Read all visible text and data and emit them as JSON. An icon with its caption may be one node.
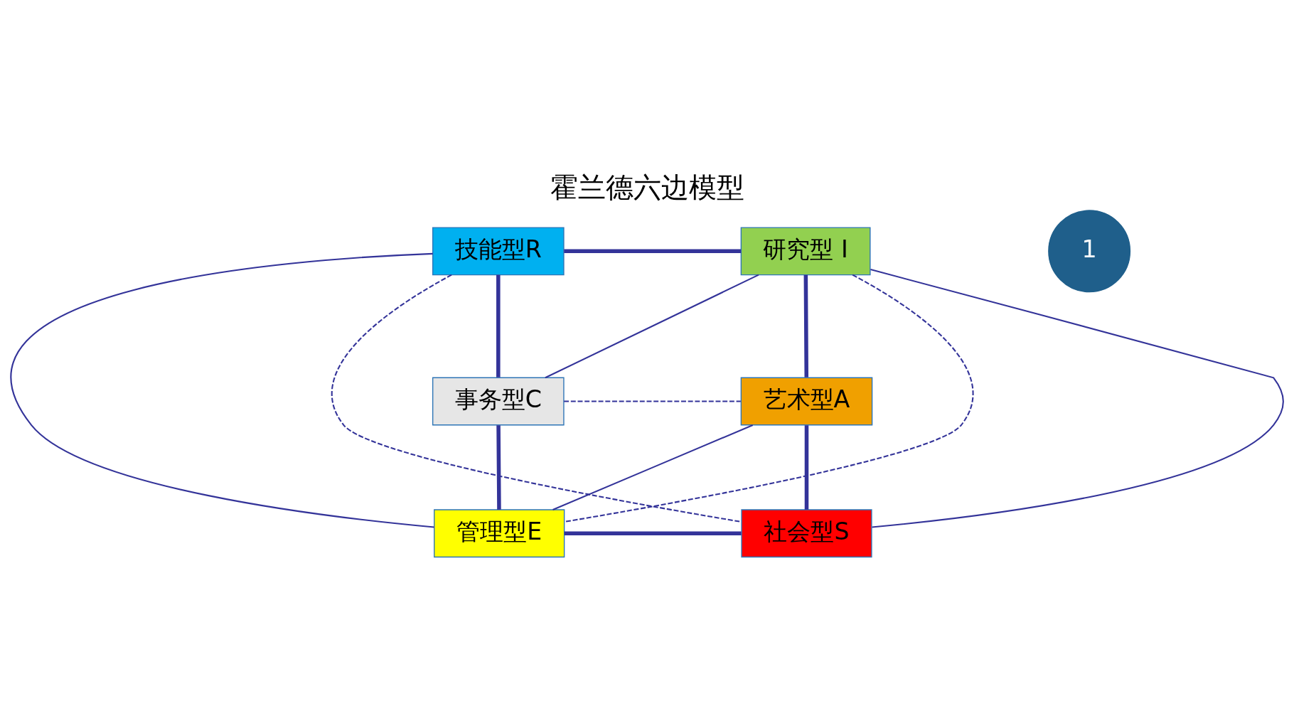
{
  "diagram": {
    "title": "霍兰德六边模型",
    "nodes": [
      {
        "text": [
          "技能型R"
        ]
      },
      {
        "text": [
          "研究型 I"
        ]
      },
      {
        "text": [
          "事务型C"
        ]
      },
      {
        "text": [
          "艺术型A"
        ]
      },
      {
        "text": [
          "管理型E"
        ]
      },
      {
        "text": [
          "社会型S"
        ]
      }
    ],
    "edges": [
      {
        "from": 0,
        "to": 1,
        "arrow": "none",
        "style": "thick"
      },
      {
        "from": 1,
        "to": 3,
        "arrow": "none",
        "style": "thick"
      },
      {
        "from": 3,
        "to": 5,
        "arrow": "none",
        "style": "thick"
      },
      {
        "from": 5,
        "to": 4,
        "arrow": "none",
        "style": "thick"
      },
      {
        "from": 4,
        "to": 2,
        "arrow": "none",
        "style": "thick"
      },
      {
        "from": 2,
        "to": 0,
        "arrow": "none",
        "style": "thick"
      },
      {
        "from": 0,
        "to": 4,
        "arrow": "none"
      },
      {
        "from": 1,
        "to": 5,
        "arrow": "none"
      },
      {
        "from": 2,
        "to": 1,
        "arrow": "none"
      },
      {
        "from": 4,
        "to": 3,
        "arrow": "none"
      },
      {
        "from": 0,
        "to": 5,
        "arrow": "none",
        "style": "dashed"
      },
      {
        "from": 1,
        "to": 4,
        "arrow": "none",
        "style": "dashed"
      },
      {
        "from": 2,
        "to": 3,
        "arrow": "none",
        "style": "dashed"
      }
    ],
    "labels": [
      "1"
    ]
  }
}
